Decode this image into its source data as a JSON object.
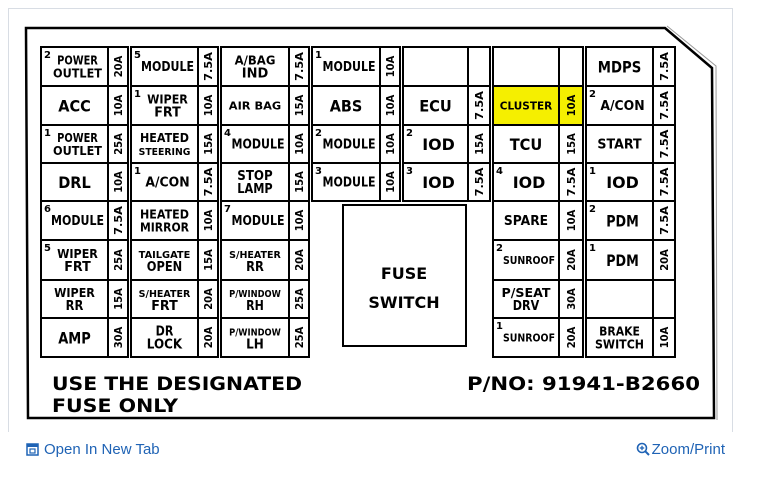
{
  "footer": {
    "open_link": "Open In New Tab",
    "zoom_link": "Zoom/Print"
  },
  "panel": {
    "note_line1": "USE THE DESIGNATED",
    "note_line2": "FUSE ONLY",
    "part_number": "P/NO: 91941-B2660",
    "switch_line1": "FUSE",
    "switch_line2": "SWITCH"
  },
  "fuses": {
    "c1": [
      {
        "label": [
          "POWER",
          "OUTLET"
        ],
        "num": "2",
        "amp": "20A"
      },
      {
        "label": [
          "ACC"
        ],
        "amp": "10A"
      },
      {
        "label": [
          "POWER",
          "OUTLET"
        ],
        "num": "1",
        "amp": "25A"
      },
      {
        "label": [
          "DRL"
        ],
        "amp": "10A"
      },
      {
        "label": [
          "MODULE"
        ],
        "num": "6",
        "amp": "7.5A"
      },
      {
        "label": [
          "WIPER",
          "FRT"
        ],
        "num": "5",
        "amp": "25A"
      },
      {
        "label": [
          "WIPER",
          "RR"
        ],
        "amp": "15A"
      },
      {
        "label": [
          "AMP"
        ],
        "amp": "30A"
      }
    ],
    "c2": [
      {
        "label": [
          "MODULE"
        ],
        "num": "5",
        "amp": "7.5A"
      },
      {
        "label": [
          "WIPER",
          "FRT"
        ],
        "num": "1",
        "amp": "10A"
      },
      {
        "label": [
          "HEATED",
          "STEERING"
        ],
        "amp": "15A"
      },
      {
        "label": [
          "A/CON"
        ],
        "num": "1",
        "amp": "7.5A"
      },
      {
        "label": [
          "HEATED",
          "MIRROR"
        ],
        "amp": "10A"
      },
      {
        "label": [
          "TAILGATE",
          "OPEN"
        ],
        "amp": "15A"
      },
      {
        "label": [
          "S/HEATER",
          "FRT"
        ],
        "amp": "20A"
      },
      {
        "label": [
          "DR",
          "LOCK"
        ],
        "amp": "20A"
      }
    ],
    "c3": [
      {
        "label": [
          "A/BAG",
          "IND"
        ],
        "amp": "7.5A"
      },
      {
        "label": [
          "AIR BAG"
        ],
        "amp": "15A"
      },
      {
        "label": [
          "MODULE"
        ],
        "num": "4",
        "amp": "10A"
      },
      {
        "label": [
          "STOP",
          "LAMP"
        ],
        "amp": "15A"
      },
      {
        "label": [
          "MODULE"
        ],
        "num": "7",
        "amp": "10A"
      },
      {
        "label": [
          "S/HEATER",
          "RR"
        ],
        "amp": "20A"
      },
      {
        "label": [
          "P/WINDOW",
          "RH"
        ],
        "amp": "25A"
      },
      {
        "label": [
          "P/WINDOW",
          "LH"
        ],
        "amp": "25A"
      }
    ],
    "c4": [
      {
        "label": [
          "MODULE"
        ],
        "num": "1",
        "amp": "10A"
      },
      {
        "label": [
          "ABS"
        ],
        "amp": "10A"
      },
      {
        "label": [
          "MODULE"
        ],
        "num": "2",
        "amp": "10A"
      },
      {
        "label": [
          "MODULE"
        ],
        "num": "3",
        "amp": "10A"
      }
    ],
    "c5": [
      {
        "label": [
          ""
        ],
        "amp": ""
      },
      {
        "label": [
          "ECU"
        ],
        "amp": "7.5A"
      },
      {
        "label": [
          "IOD"
        ],
        "num": "2",
        "amp": "15A"
      },
      {
        "label": [
          "IOD"
        ],
        "num": "3",
        "amp": "7.5A"
      }
    ],
    "c6": [
      {
        "label": [
          ""
        ],
        "amp": ""
      },
      {
        "label": [
          "CLUSTER"
        ],
        "amp": "10A",
        "highlight": true
      },
      {
        "label": [
          "TCU"
        ],
        "amp": "15A"
      },
      {
        "label": [
          "IOD"
        ],
        "num": "4",
        "amp": "7.5A"
      },
      {
        "label": [
          "SPARE"
        ],
        "amp": "10A"
      },
      {
        "label": [
          "SUNROOF"
        ],
        "num": "2",
        "amp": "20A"
      },
      {
        "label": [
          "P/SEAT",
          "DRV"
        ],
        "amp": "30A"
      },
      {
        "label": [
          "SUNROOF"
        ],
        "num": "1",
        "amp": "20A"
      }
    ],
    "c7": [
      {
        "label": [
          "MDPS"
        ],
        "amp": "7.5A"
      },
      {
        "label": [
          "A/CON"
        ],
        "num": "2",
        "amp": "7.5A"
      },
      {
        "label": [
          "START"
        ],
        "amp": "7.5A"
      },
      {
        "label": [
          "IOD"
        ],
        "num": "1",
        "amp": "7.5A"
      },
      {
        "label": [
          "PDM"
        ],
        "num": "2",
        "amp": "7.5A"
      },
      {
        "label": [
          "PDM"
        ],
        "num": "1",
        "amp": "20A"
      },
      {
        "label": [
          ""
        ],
        "amp": ""
      },
      {
        "label": [
          "BRAKE",
          "SWITCH"
        ],
        "amp": "10A"
      }
    ]
  }
}
